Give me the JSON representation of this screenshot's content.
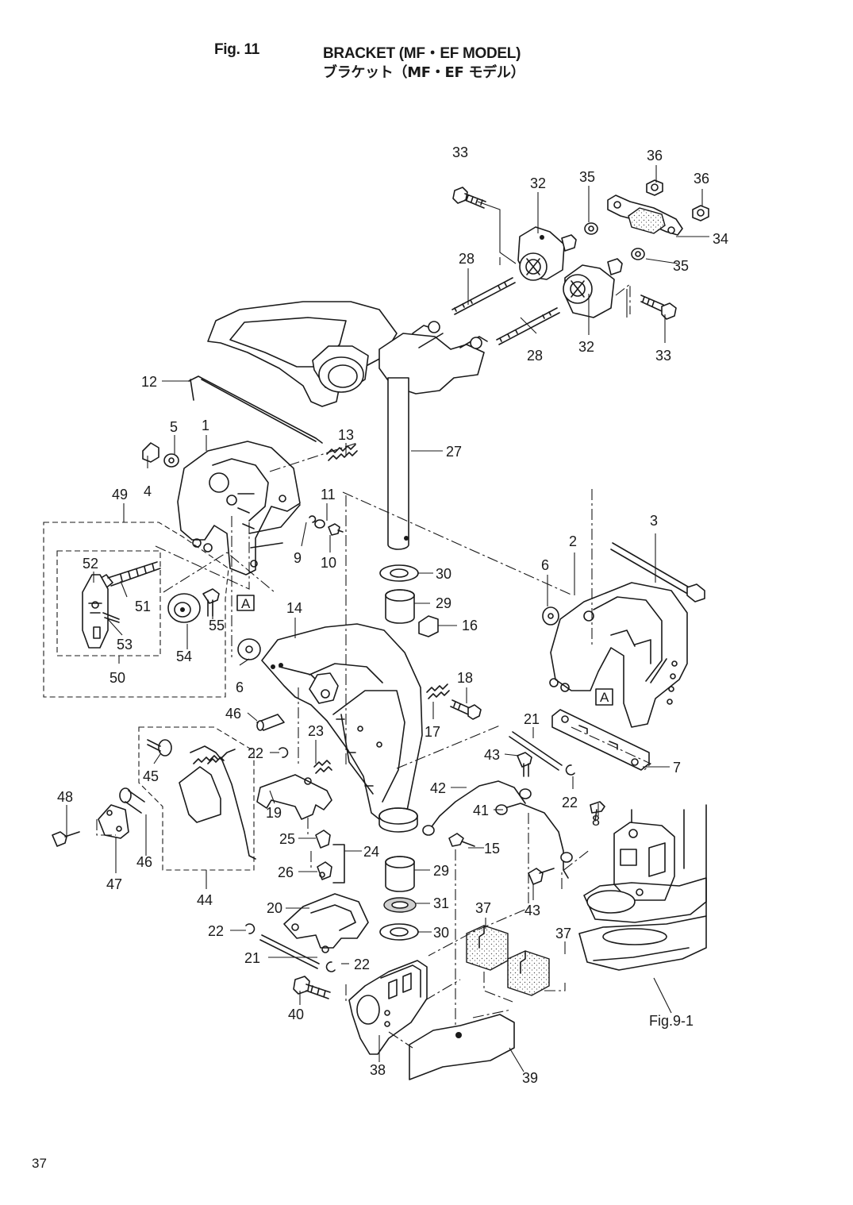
{
  "header": {
    "figure_number": "Fig. 11",
    "title_en": "BRACKET (MF・EF MODEL)",
    "title_jp": "ブラケット（MF・EF モデル）"
  },
  "page_number": "37",
  "reference_box_letter": "A",
  "cross_reference": "Fig.9-1",
  "callouts": [
    {
      "id": "c33a",
      "label": "33"
    },
    {
      "id": "c36a",
      "label": "36"
    },
    {
      "id": "c32a",
      "label": "32"
    },
    {
      "id": "c35a",
      "label": "35"
    },
    {
      "id": "c36b",
      "label": "36"
    },
    {
      "id": "c34",
      "label": "34"
    },
    {
      "id": "c28a",
      "label": "28"
    },
    {
      "id": "c35b",
      "label": "35"
    },
    {
      "id": "c32b",
      "label": "32"
    },
    {
      "id": "c28b",
      "label": "28"
    },
    {
      "id": "c33b",
      "label": "33"
    },
    {
      "id": "c12",
      "label": "12"
    },
    {
      "id": "c5",
      "label": "5"
    },
    {
      "id": "c1",
      "label": "1"
    },
    {
      "id": "c13",
      "label": "13"
    },
    {
      "id": "c27",
      "label": "27"
    },
    {
      "id": "c4",
      "label": "4"
    },
    {
      "id": "c49",
      "label": "49"
    },
    {
      "id": "c11",
      "label": "11"
    },
    {
      "id": "c3",
      "label": "3"
    },
    {
      "id": "c9",
      "label": "9"
    },
    {
      "id": "c10",
      "label": "10"
    },
    {
      "id": "c2",
      "label": "2"
    },
    {
      "id": "c52",
      "label": "52"
    },
    {
      "id": "c30a",
      "label": "30"
    },
    {
      "id": "c6a",
      "label": "6"
    },
    {
      "id": "c51",
      "label": "51"
    },
    {
      "id": "c29a",
      "label": "29"
    },
    {
      "id": "c14",
      "label": "14"
    },
    {
      "id": "c55",
      "label": "55"
    },
    {
      "id": "c16",
      "label": "16"
    },
    {
      "id": "c53",
      "label": "53"
    },
    {
      "id": "c54",
      "label": "54"
    },
    {
      "id": "c6b",
      "label": "6"
    },
    {
      "id": "c50",
      "label": "50"
    },
    {
      "id": "c18",
      "label": "18"
    },
    {
      "id": "c46a",
      "label": "46"
    },
    {
      "id": "c21a",
      "label": "21"
    },
    {
      "id": "c17",
      "label": "17"
    },
    {
      "id": "c23",
      "label": "23"
    },
    {
      "id": "c22a",
      "label": "22"
    },
    {
      "id": "c43a",
      "label": "43"
    },
    {
      "id": "c7",
      "label": "7"
    },
    {
      "id": "c45",
      "label": "45"
    },
    {
      "id": "c42",
      "label": "42"
    },
    {
      "id": "c22b",
      "label": "22"
    },
    {
      "id": "c48",
      "label": "48"
    },
    {
      "id": "c19",
      "label": "19"
    },
    {
      "id": "c41",
      "label": "41"
    },
    {
      "id": "c8",
      "label": "8"
    },
    {
      "id": "c25",
      "label": "25"
    },
    {
      "id": "c15",
      "label": "15"
    },
    {
      "id": "c24",
      "label": "24"
    },
    {
      "id": "c46b",
      "label": "46"
    },
    {
      "id": "c47",
      "label": "47"
    },
    {
      "id": "c26",
      "label": "26"
    },
    {
      "id": "c29b",
      "label": "29"
    },
    {
      "id": "c44",
      "label": "44"
    },
    {
      "id": "c31",
      "label": "31"
    },
    {
      "id": "c37a",
      "label": "37"
    },
    {
      "id": "c43b",
      "label": "43"
    },
    {
      "id": "c20",
      "label": "20"
    },
    {
      "id": "c30b",
      "label": "30"
    },
    {
      "id": "c22c",
      "label": "22"
    },
    {
      "id": "c37b",
      "label": "37"
    },
    {
      "id": "c21b",
      "label": "21"
    },
    {
      "id": "c22d",
      "label": "22"
    },
    {
      "id": "c40",
      "label": "40"
    },
    {
      "id": "c38",
      "label": "38"
    },
    {
      "id": "c39",
      "label": "39"
    }
  ]
}
